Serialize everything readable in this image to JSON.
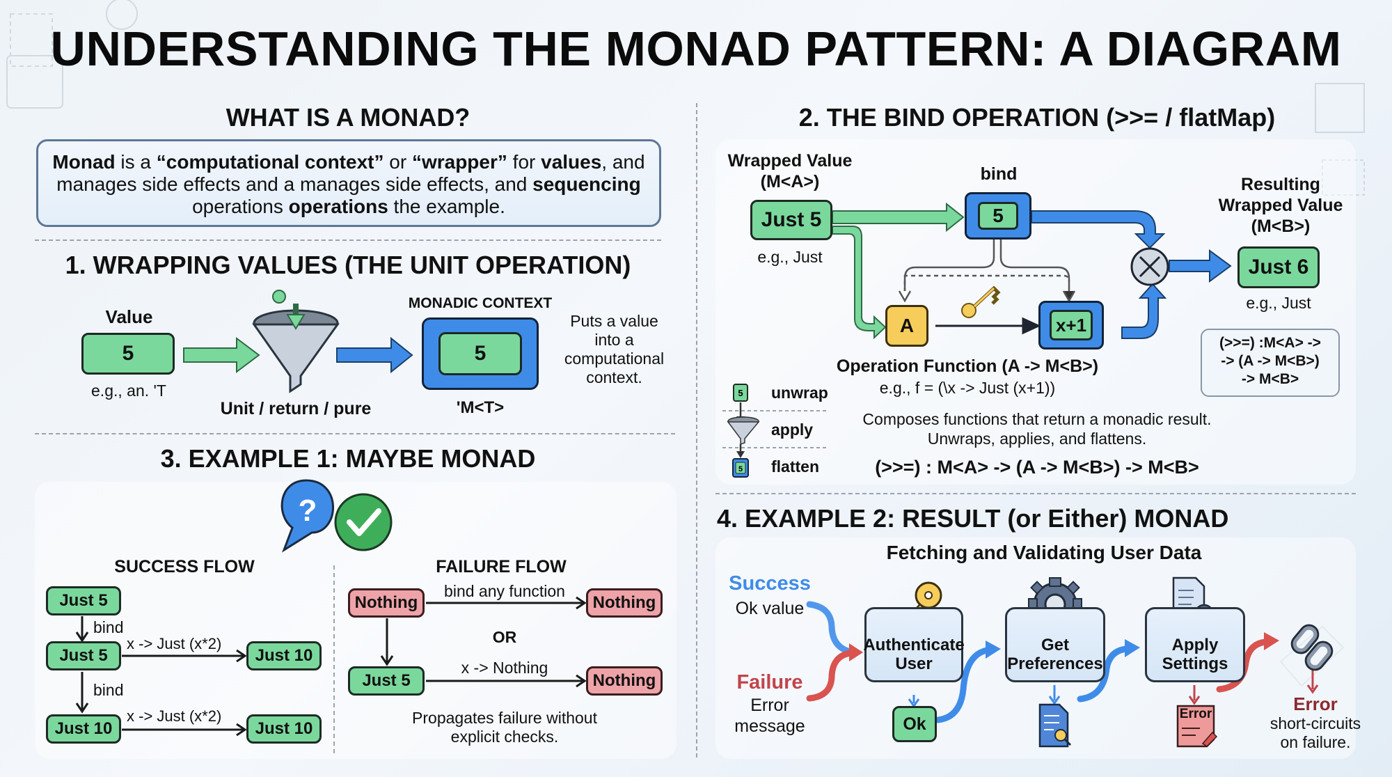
{
  "title": "UNDERSTANDING THE MONAD PATTERN: A DIAGRAM",
  "what_is": {
    "heading": "WHAT IS A MONAD?",
    "line1": [
      {
        "t": "Monad",
        "b": true
      },
      {
        "t": " is a ",
        "b": false
      },
      {
        "t": "“computational context”",
        "b": true
      },
      {
        "t": " or ",
        "b": false
      },
      {
        "t": "“wrapper”",
        "b": true
      },
      {
        "t": " for ",
        "b": false
      },
      {
        "t": "values",
        "b": true
      },
      {
        "t": ", and",
        "b": false
      }
    ],
    "line2": [
      {
        "t": "manages side effects and a manages side effects, and ",
        "b": false
      },
      {
        "t": "sequencing",
        "b": true
      }
    ],
    "line3": [
      {
        "t": "operations ",
        "b": false
      },
      {
        "t": "operations",
        "b": true
      },
      {
        "t": " the example.",
        "b": false
      }
    ]
  },
  "wrapping": {
    "heading": "1. WRAPPING VALUES (THE UNIT OPERATION)",
    "value_label": "Value",
    "value": "5",
    "value_caption": "e.g., an. 'T",
    "funnel_label": "Unit / return / pure",
    "context_label": "MONADIC CONTEXT",
    "context_value": "5",
    "context_caption": "'M<T>",
    "description": [
      "Puts a value",
      "into a",
      "computational",
      "context."
    ]
  },
  "bind": {
    "heading": "2. THE BIND OPERATION (>>= / flatMap)",
    "wrapped_label": [
      "Wrapped Value",
      "(M<A>)"
    ],
    "wrapped_node": "Just 5",
    "wrapped_caption": "e.g., Just",
    "bind_label": "bind",
    "bind_node": "5",
    "a_node": "A",
    "fn_node": "x+1",
    "result_label": [
      "Resulting",
      "Wrapped Value",
      "(M<B>)"
    ],
    "result_node": "Just 6",
    "result_caption": "e.g., Just",
    "op_label": "Operation Function (A -> M<B>)",
    "op_example": "e.g., f = (\\x -> Just (x+1))",
    "sig_box": [
      "(>>=) :⁠M<A> ->",
      "-> (A -> M<B>)",
      "-> M<B>"
    ],
    "legend": [
      {
        "icon": "5",
        "label": "unwrap"
      },
      {
        "icon": "funnel",
        "label": "apply"
      },
      {
        "icon": "5",
        "label": "flatten"
      }
    ],
    "desc1": "Composes functions that return a monadic result.",
    "desc2": "Unwraps, applies, and flattens.",
    "signature": "(>>=) : M<A> -> (A -> M<B>) -> M<B>"
  },
  "maybe": {
    "heading": "3. EXAMPLE 1: MAYBE MONAD",
    "success_title": "SUCCESS FLOW",
    "failure_title": "FAILURE FLOW",
    "success": {
      "n1": "Just 5",
      "bind1": "bind",
      "n2": "Just 5",
      "f1": "x -> Just (x*2)",
      "n3": "Just 10",
      "bind2": "bind",
      "n4": "Just 10",
      "f2": "x -> Just (x*2)",
      "n5": "Just 10"
    },
    "failure": {
      "n1": "Nothing",
      "f1": "bind any function",
      "n2": "Nothing",
      "or": "OR",
      "n3": "Just 5",
      "f2": "x -> Nothing",
      "n4": "Nothing",
      "note": [
        "Propagates failure without",
        "explicit checks."
      ]
    }
  },
  "result": {
    "heading": "4. EXAMPLE 2: RESULT (or Either) MONAD",
    "subtitle": "Fetching and Validating User Data",
    "success_label": "Success",
    "success_sub": "Ok value",
    "failure_label": "Failure",
    "failure_sub": [
      "Error",
      "message"
    ],
    "steps": [
      {
        "label": [
          "Authenticate",
          "User"
        ],
        "out": "Ok"
      },
      {
        "label": [
          "Get",
          "Preferences"
        ],
        "out": "document"
      },
      {
        "label": [
          "Apply",
          "Settings"
        ],
        "out": "Error"
      }
    ],
    "end_label": "Error",
    "end_sub": [
      "short-circuits",
      "on failure."
    ]
  },
  "colors": {
    "green": "#7bd89d",
    "blue": "#3f8ce8",
    "red": "#eea3a8",
    "yellow": "#f6cc5a",
    "success_text": "#3f8ce8",
    "failure_text": "#c0454c",
    "error_text": "#8c2a2e"
  }
}
